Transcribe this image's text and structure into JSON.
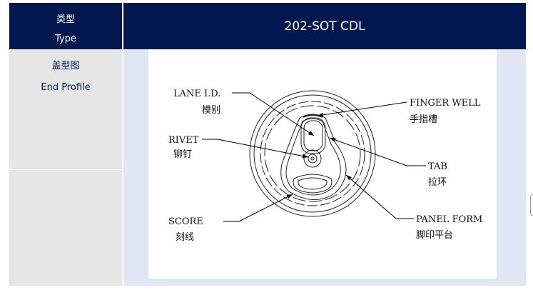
{
  "header": {
    "type_cn": "类型",
    "type_en": "Type",
    "product": "202-SOT CDL"
  },
  "row": {
    "label_cn": "盖型图",
    "label_en": "End Profile"
  },
  "diagram": {
    "lane_id": "LANE I.D.",
    "lane_id_cn": "模别",
    "finger_well": "FINGER WELL",
    "finger_well_cn": "手指槽",
    "rivet": "RIVET",
    "rivet_cn": "铆钉",
    "tab": "TAB",
    "tab_cn": "拉环",
    "score": "SCORE",
    "score_cn": "刻线",
    "panel_form": "PANEL FORM",
    "panel_form_cn": "脚印平台"
  }
}
